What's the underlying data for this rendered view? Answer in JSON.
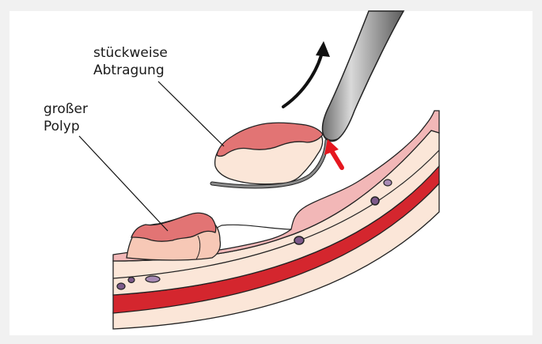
{
  "labels": {
    "piecemeal": {
      "line1": "stückweise",
      "line2": "Abtragung"
    },
    "polyp": {
      "line1": "großer",
      "line2": "Polyp"
    }
  },
  "colors": {
    "muscle": "#d4262e",
    "submucosa": "#fbe6d8",
    "mucosa": "#f2b7b7",
    "polyp_surface": "#e27474",
    "polyp_inner": "#f7c8b6",
    "snare_wire": "#8a8a8a",
    "scope": "#9c9c9c",
    "arrow_red": "#e5171f",
    "arrow_black": "#111111",
    "vessel": "#7d5a8a"
  }
}
